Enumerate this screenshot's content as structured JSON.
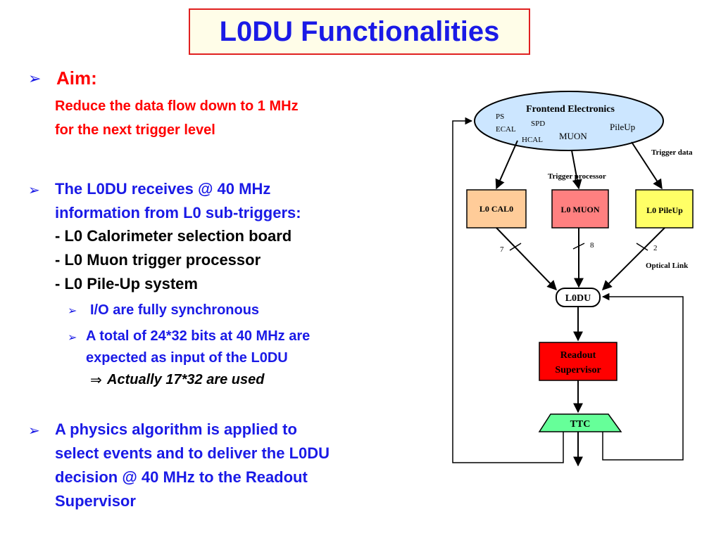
{
  "title": "L0DU Functionalities",
  "aim": {
    "label": "Aim:",
    "lines": [
      "Reduce the data flow down to 1 MHz",
      "for the next trigger level"
    ]
  },
  "receives": {
    "lines": [
      "The L0DU receives @ 40 MHz",
      "information from L0 sub-triggers:"
    ],
    "items": [
      "- L0 Calorimeter selection board",
      "- L0 Muon trigger processor",
      "- L0 Pile-Up system"
    ],
    "sub1": "I/O are fully synchronous",
    "sub2_lines": [
      "A total of 24*32 bits at 40 MHz are",
      "expected as input of the L0DU"
    ],
    "sub2_arrow": "⇒",
    "sub2_note": "Actually 17*32 are used"
  },
  "algorithm": {
    "lines": [
      "A physics algorithm is applied to",
      "select events and to deliver the L0DU",
      "decision @ 40 MHz to the Readout",
      "Supervisor"
    ]
  },
  "diagram": {
    "frontend": {
      "title": "Frontend Electronics",
      "ps": "PS",
      "ecal": "ECAL",
      "spd": "SPD",
      "hcal": "HCAL",
      "muon": "MUON",
      "pileup": "PileUp"
    },
    "trigger_data": "Trigger data",
    "trigger_processor": "Trigger processor",
    "boxes": {
      "cal": "L0 CAL0",
      "muon": "L0 MUON",
      "pileup": "L0 PileUp",
      "l0du": "L0DU",
      "rs_line1": "Readout",
      "rs_line2": "Supervisor",
      "ttc": "TTC"
    },
    "link_counts": {
      "cal": "7",
      "muon": "8",
      "pileup": "2"
    },
    "optical_link": "Optical Link",
    "colors": {
      "frontend": "#cce6ff",
      "cal": "#ffcc99",
      "muon": "#ff8080",
      "pileup": "#ffff66",
      "rs": "#ff0000",
      "ttc": "#66ff99"
    }
  }
}
